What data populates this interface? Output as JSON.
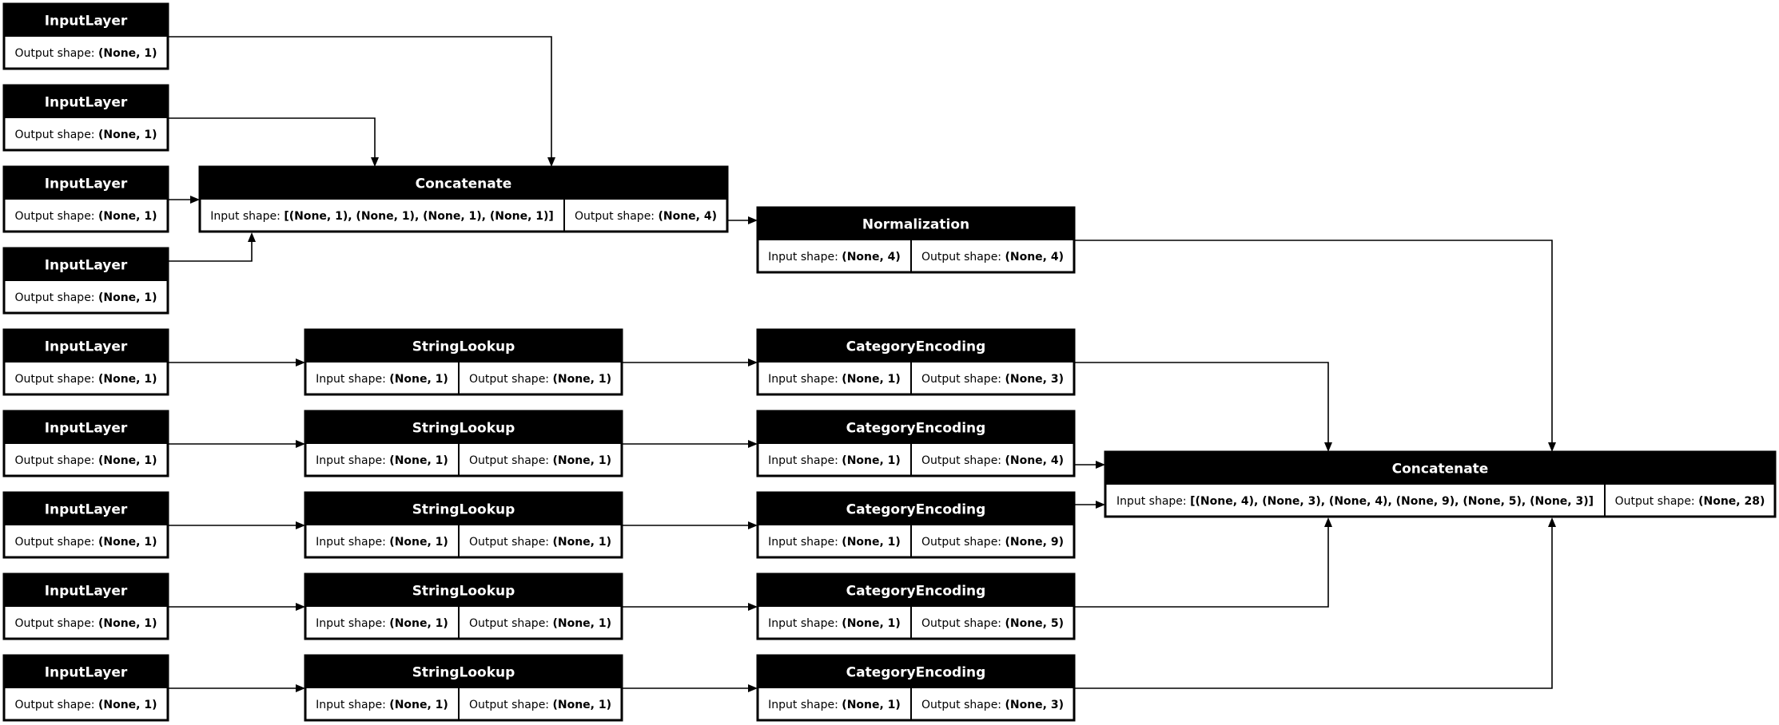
{
  "labels": {
    "input_shape": "Input shape: ",
    "output_shape": "Output shape: "
  },
  "nodes": [
    {
      "id": "input_1",
      "title": "InputLayer",
      "output": "(None, 1)"
    },
    {
      "id": "input_2",
      "title": "InputLayer",
      "output": "(None, 1)"
    },
    {
      "id": "input_3",
      "title": "InputLayer",
      "output": "(None, 1)"
    },
    {
      "id": "input_4",
      "title": "InputLayer",
      "output": "(None, 1)"
    },
    {
      "id": "input_5",
      "title": "InputLayer",
      "output": "(None, 1)"
    },
    {
      "id": "input_6",
      "title": "InputLayer",
      "output": "(None, 1)"
    },
    {
      "id": "input_7",
      "title": "InputLayer",
      "output": "(None, 1)"
    },
    {
      "id": "input_8",
      "title": "InputLayer",
      "output": "(None, 1)"
    },
    {
      "id": "input_9",
      "title": "InputLayer",
      "output": "(None, 1)"
    },
    {
      "id": "concatenate_1",
      "title": "Concatenate",
      "input": "[(None, 1), (None, 1), (None, 1), (None, 1)]",
      "output": "(None, 4)"
    },
    {
      "id": "normalization",
      "title": "Normalization",
      "input": "(None, 4)",
      "output": "(None, 4)"
    },
    {
      "id": "string_lookup_1",
      "title": "StringLookup",
      "input": "(None, 1)",
      "output": "(None, 1)"
    },
    {
      "id": "string_lookup_2",
      "title": "StringLookup",
      "input": "(None, 1)",
      "output": "(None, 1)"
    },
    {
      "id": "string_lookup_3",
      "title": "StringLookup",
      "input": "(None, 1)",
      "output": "(None, 1)"
    },
    {
      "id": "string_lookup_4",
      "title": "StringLookup",
      "input": "(None, 1)",
      "output": "(None, 1)"
    },
    {
      "id": "string_lookup_5",
      "title": "StringLookup",
      "input": "(None, 1)",
      "output": "(None, 1)"
    },
    {
      "id": "category_encoding_1",
      "title": "CategoryEncoding",
      "input": "(None, 1)",
      "output": "(None, 3)"
    },
    {
      "id": "category_encoding_2",
      "title": "CategoryEncoding",
      "input": "(None, 1)",
      "output": "(None, 4)"
    },
    {
      "id": "category_encoding_3",
      "title": "CategoryEncoding",
      "input": "(None, 1)",
      "output": "(None, 9)"
    },
    {
      "id": "category_encoding_4",
      "title": "CategoryEncoding",
      "input": "(None, 1)",
      "output": "(None, 5)"
    },
    {
      "id": "category_encoding_5",
      "title": "CategoryEncoding",
      "input": "(None, 1)",
      "output": "(None, 3)"
    },
    {
      "id": "concatenate_2",
      "title": "Concatenate",
      "input": "[(None, 4), (None, 3), (None, 4), (None, 9), (None, 5), (None, 3)]",
      "output": "(None, 28)"
    }
  ],
  "edges": [
    {
      "from": "input_1",
      "to": "concatenate_1"
    },
    {
      "from": "input_2",
      "to": "concatenate_1"
    },
    {
      "from": "input_3",
      "to": "concatenate_1"
    },
    {
      "from": "input_4",
      "to": "concatenate_1"
    },
    {
      "from": "concatenate_1",
      "to": "normalization"
    },
    {
      "from": "normalization",
      "to": "concatenate_2"
    },
    {
      "from": "input_5",
      "to": "string_lookup_1"
    },
    {
      "from": "input_6",
      "to": "string_lookup_2"
    },
    {
      "from": "input_7",
      "to": "string_lookup_3"
    },
    {
      "from": "input_8",
      "to": "string_lookup_4"
    },
    {
      "from": "input_9",
      "to": "string_lookup_5"
    },
    {
      "from": "string_lookup_1",
      "to": "category_encoding_1"
    },
    {
      "from": "string_lookup_2",
      "to": "category_encoding_2"
    },
    {
      "from": "string_lookup_3",
      "to": "category_encoding_3"
    },
    {
      "from": "string_lookup_4",
      "to": "category_encoding_4"
    },
    {
      "from": "string_lookup_5",
      "to": "category_encoding_5"
    },
    {
      "from": "category_encoding_1",
      "to": "concatenate_2"
    },
    {
      "from": "category_encoding_2",
      "to": "concatenate_2"
    },
    {
      "from": "category_encoding_3",
      "to": "concatenate_2"
    },
    {
      "from": "category_encoding_4",
      "to": "concatenate_2"
    },
    {
      "from": "category_encoding_5",
      "to": "concatenate_2"
    }
  ]
}
